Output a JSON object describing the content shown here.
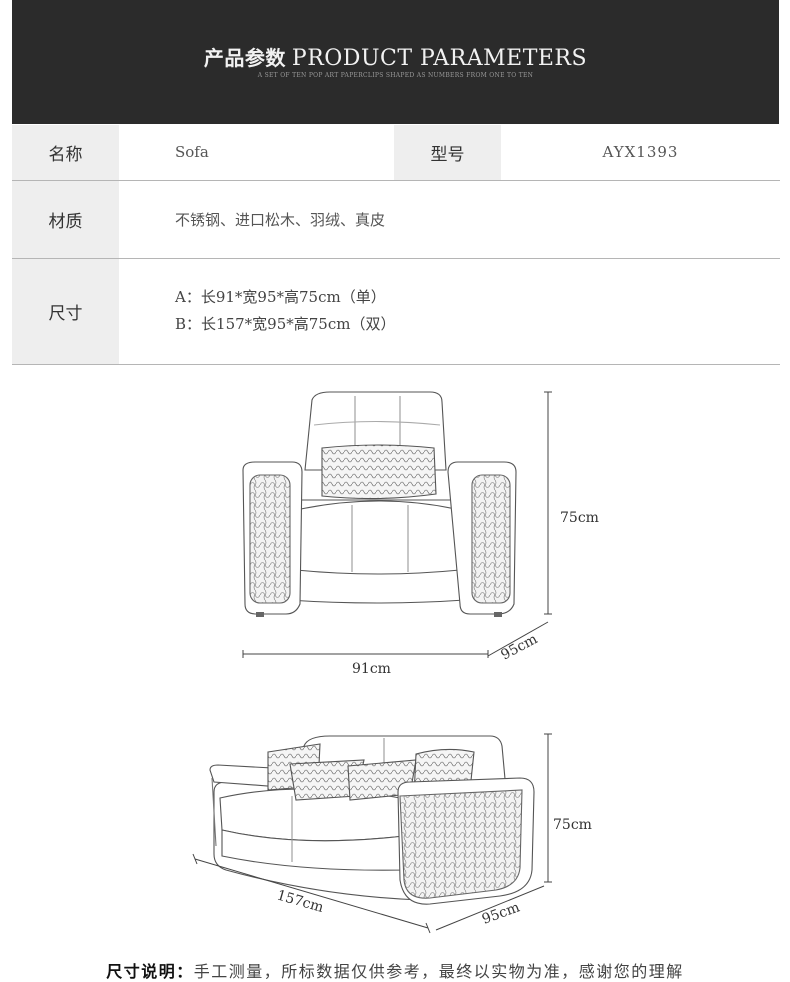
{
  "banner": {
    "title_zh": "产品参数",
    "title_en": "PRODUCT PARAMETERS",
    "subtitle": "A SET OF TEN POP ART PAPERCLIPS SHAPED AS NUMBERS FROM ONE TO TEN"
  },
  "params": {
    "name_label": "名称",
    "name_value": "Sofa",
    "model_label": "型号",
    "model_value": "AYX1393",
    "material_label": "材质",
    "material_value": "不锈钢、进口松木、羽绒、真皮",
    "size_label": "尺寸",
    "size_line_a": "A：长91*宽95*高75cm（单）",
    "size_line_b": "B：长157*宽95*高75cm（双）"
  },
  "single_sofa": {
    "height_label": "75cm",
    "width_label": "91cm",
    "depth_label": "95cm"
  },
  "double_sofa": {
    "height_label": "75cm",
    "width_label": "157cm",
    "depth_label": "95cm"
  },
  "footer": {
    "label": "尺寸说明：",
    "text": "手工测量，所标数据仅供参考，最终以实物为准，感谢您的理解"
  }
}
